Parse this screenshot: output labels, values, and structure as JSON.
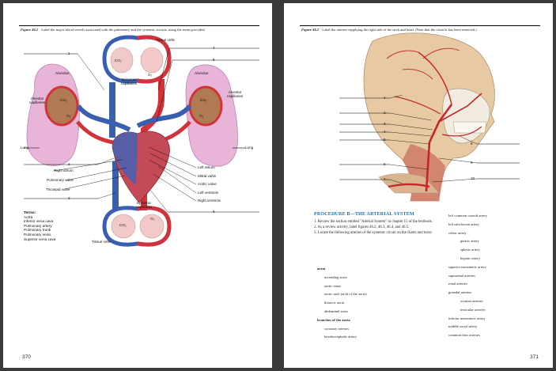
{
  "left_page": {
    "figure_label": "Figure 46.1",
    "caption": "Label the major blood vessels associated with the pulmonary and the systemic circuits, using the terms provided.",
    "labels": {
      "tissue_cells_top": "Tissue cells",
      "systemic_capillaries_top": "Systemic capillaries",
      "alveolus_left": "Alveolus",
      "alveolar_capillaries_left": "Alveolar capillaries",
      "alveolus_right": "Alveolus",
      "alveolar_capillaries_right": "Alveolar capillaries",
      "lung_left": "Lung",
      "lung_right": "Lung",
      "right_atrium": "Right atrium",
      "pulmonary_valve": "Pulmonary valve",
      "tricuspid_valve": "Tricuspid valve",
      "left_atrium": "Left atrium",
      "mitral_valve": "Mitral valve",
      "aortic_valve": "Aortic valve",
      "left_ventricle": "Left ventricle",
      "right_ventricle": "Right ventricle",
      "systemic_capillaries_bottom": "Systemic capillaries",
      "tissue_cells_bottom": "Tissue cells",
      "co2": "CO₂",
      "o2": "O₂"
    },
    "numbers": [
      "1",
      "2",
      "3",
      "4",
      "5",
      "6"
    ],
    "terms_heading": "Terms:",
    "terms": [
      "Aorta",
      "Inferior vena cava",
      "Pulmonary artery",
      "Pulmonary trunk",
      "Pulmonary veins",
      "Superior vena cava"
    ],
    "page_number": "370"
  },
  "right_page": {
    "figure_label": "Figure 46.2",
    "caption": "Label the arteries supplying the right side of the neck and head. (Note that the clavicle has been removed.)",
    "numbers": [
      "1",
      "2",
      "3",
      "4",
      "5",
      "6",
      "7",
      "8",
      "9",
      "10"
    ],
    "procedure_title": "PROCEDURE B—THE ARTERIAL SYSTEM",
    "procedure_items": [
      "1. Review the section entitled \"Arterial System\" in chapter 15 of the textbook.",
      "2. As a review activity, label figures 46.2, 46.3, 46.4, and 46.5.",
      "3. Locate the following arteries of the systemic circuit on the charts and torso:"
    ],
    "col1": [
      {
        "text": "aorta",
        "style": "bold"
      },
      {
        "text": "ascending aorta",
        "style": "in1"
      },
      {
        "text": "aortic sinus",
        "style": "in1"
      },
      {
        "text": "aortic arch (arch of the aorta)",
        "style": "in1"
      },
      {
        "text": "thoracic aorta",
        "style": "in1"
      },
      {
        "text": "abdominal aorta",
        "style": "in1"
      },
      {
        "text": "branches of the aorta",
        "style": "bold"
      },
      {
        "text": "coronary arteries",
        "style": "in1"
      },
      {
        "text": "brachiocephalic artery",
        "style": "in1"
      }
    ],
    "col2": [
      {
        "text": "left common carotid artery",
        "style": ""
      },
      {
        "text": "left subclavian artery",
        "style": ""
      },
      {
        "text": "celiac artery",
        "style": ""
      },
      {
        "text": "gastric artery",
        "style": "in2"
      },
      {
        "text": "splenic artery",
        "style": "in2"
      },
      {
        "text": "hepatic artery",
        "style": "in2"
      },
      {
        "text": "superior mesenteric artery",
        "style": ""
      },
      {
        "text": "suprarenal arteries",
        "style": ""
      },
      {
        "text": "renal arteries",
        "style": ""
      },
      {
        "text": "gonadal arteries",
        "style": ""
      },
      {
        "text": "ovarian arteries",
        "style": "in2"
      },
      {
        "text": "testicular arteries",
        "style": "in2"
      },
      {
        "text": "inferior mesenteric artery",
        "style": ""
      },
      {
        "text": "middle sacral artery",
        "style": ""
      },
      {
        "text": "common iliac arteries",
        "style": ""
      }
    ],
    "page_number": "371"
  },
  "colors": {
    "artery_red": "#d2333a",
    "vein_blue": "#3a5fb0",
    "lung_pink": "#e8b4d8",
    "tissue_pink": "#f2c9c9",
    "heading_blue": "#1a6fa8",
    "skin": "#e7c9a4"
  }
}
